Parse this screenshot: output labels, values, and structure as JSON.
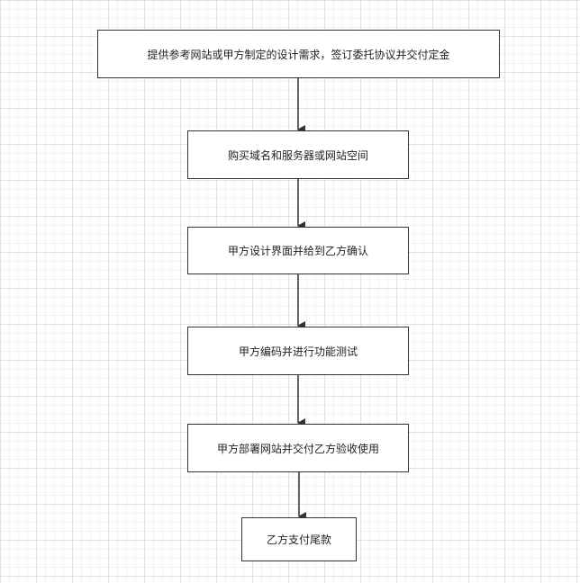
{
  "diagram": {
    "nodes": [
      {
        "label": "提供参考网站或甲方制定的设计需求，签订委托协议并交付定金"
      },
      {
        "label": "购买域名和服务器或网站空间"
      },
      {
        "label": "甲方设计界面并给到乙方确认"
      },
      {
        "label": "甲方编码并进行功能测试"
      },
      {
        "label": "甲方部署网站并交付乙方验收使用"
      },
      {
        "label": "乙方支付尾款"
      }
    ],
    "edges": [
      {
        "from": 0,
        "to": 1
      },
      {
        "from": 1,
        "to": 2
      },
      {
        "from": 2,
        "to": 3
      },
      {
        "from": 3,
        "to": 4
      },
      {
        "from": 4,
        "to": 5
      }
    ],
    "colors": {
      "stroke": "#333333",
      "fill": "#ffffff",
      "text": "#222222"
    }
  }
}
